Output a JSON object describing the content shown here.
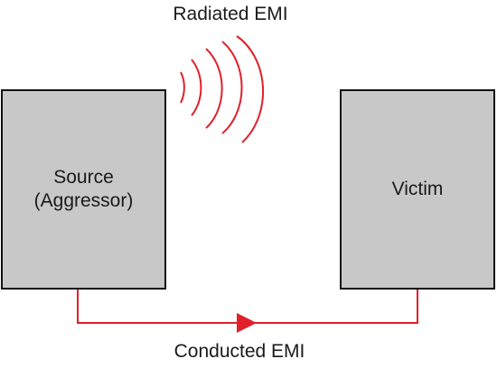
{
  "diagram": {
    "radiated_label": "Radiated EMI",
    "conducted_label": "Conducted EMI",
    "source": {
      "line1": "Source",
      "line2": "(Aggressor)"
    },
    "victim": {
      "label": "Victim"
    },
    "colors": {
      "emission": "#e0202a",
      "box_fill": "#c8c8c8",
      "box_border": "#111111",
      "text": "#1a1a1a"
    },
    "icons": {
      "radiated": "radio-wave-arcs-icon",
      "conducted": "arrow-right-icon"
    }
  }
}
